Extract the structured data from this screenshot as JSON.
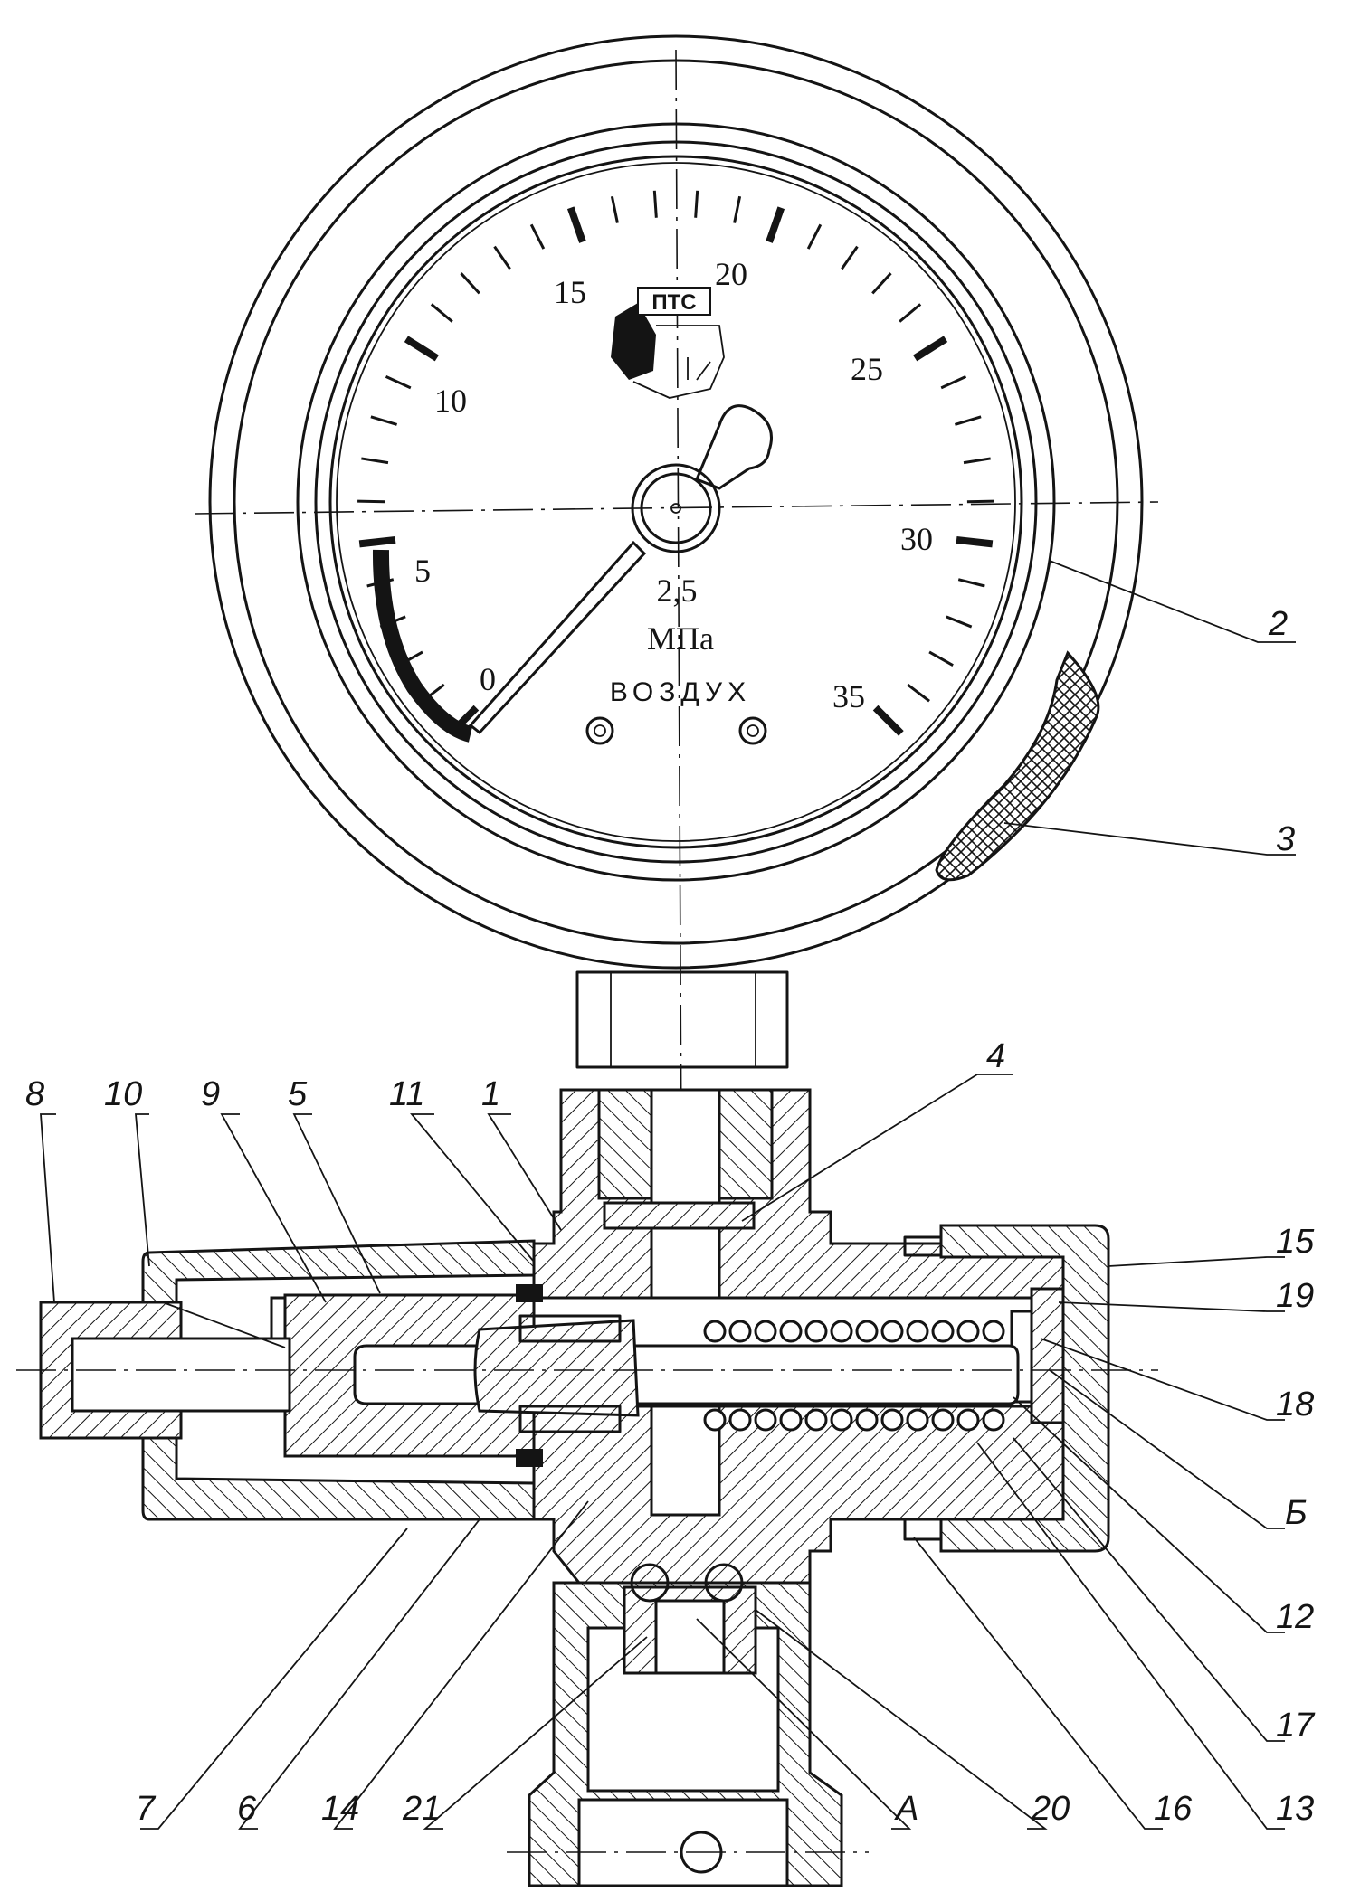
{
  "dial": {
    "scale": [
      "0",
      "5",
      "10",
      "15",
      "20",
      "25",
      "30",
      "35"
    ],
    "accuracy_class": "2,5",
    "unit": "МПа",
    "medium": "ВОЗДУХ",
    "brand": "ПТС"
  },
  "callouts": {
    "c1": "1",
    "c2": "2",
    "c3": "3",
    "c4": "4",
    "c5": "5",
    "c6": "6",
    "c7": "7",
    "c8": "8",
    "c9": "9",
    "c10": "10",
    "c11": "11",
    "c12": "12",
    "c13": "13",
    "c14": "14",
    "c15": "15",
    "c16": "16",
    "c17": "17",
    "c18": "18",
    "c19": "19",
    "c20": "20",
    "c21": "21",
    "cA": "А",
    "cB": "Б"
  },
  "colors": {
    "ink": "#141414",
    "paper": "#ffffff"
  }
}
